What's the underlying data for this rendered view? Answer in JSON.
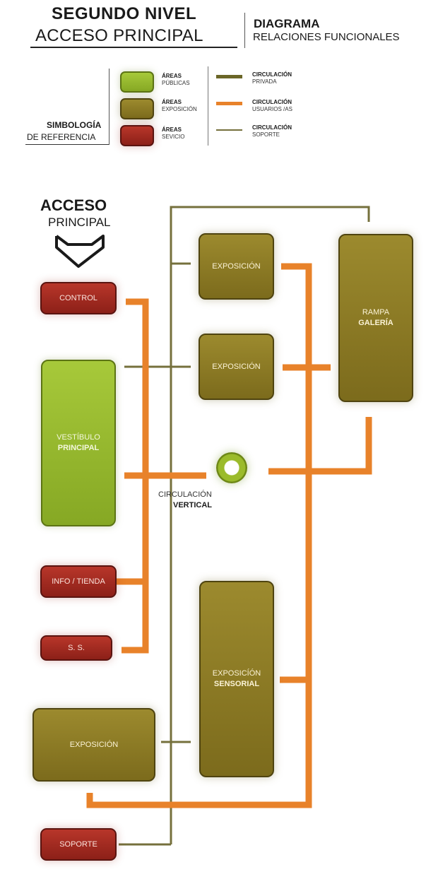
{
  "header": {
    "title_bold": "SEGUNDO NIVEL",
    "title_light": "ACCESO PRINCIPAL",
    "diagram_bold": "DIAGRAMA",
    "diagram_light": "RELACIONES FUNCIONALES"
  },
  "legend": {
    "ref_bold": "SIMBOLOGÍA",
    "ref_light": "DE REFERENCIA",
    "areas": [
      {
        "bold": "ÁREAS",
        "light": "PÚBLICAS",
        "color": "#95b62d"
      },
      {
        "bold": "ÁREAS",
        "light": "EXPOSICIÓN",
        "color": "#8a7a24"
      },
      {
        "bold": "ÁREAS",
        "light": "SEVICIO",
        "color": "#a52b20"
      }
    ],
    "lines": [
      {
        "bold": "CIRCULACIÓN",
        "light": "PRIVADA",
        "color": "#6b6627"
      },
      {
        "bold": "CIRCULACIÓN",
        "light": "USUARIOS /AS",
        "color": "#e8822a"
      },
      {
        "bold": "CIRCULACIÓN",
        "light": "SOPORTE",
        "color": "#75703c"
      }
    ]
  },
  "access": {
    "bold": "ACCESO",
    "light": "PRINCIPAL"
  },
  "nodes": {
    "control": "CONTROL",
    "vestibulo_light": "VESTÍBULO",
    "vestibulo_bold": "PRINCIPAL",
    "info": "INFO / TIENDA",
    "ss": "S. S.",
    "expo1": "EXPOSICIÓN",
    "expo2": "EXPOSICIÓN",
    "rampa_light": "RAMPA",
    "rampa_bold": "GALERÍA",
    "circ_light": "CIRCULACIÓN",
    "circ_bold": "VERTICAL",
    "sensorial_light": "EXPOSICÍÓN",
    "sensorial_bold": "SENSORIAL",
    "expo3": "EXPOSICIÓN",
    "soporte": "SOPORTE"
  }
}
